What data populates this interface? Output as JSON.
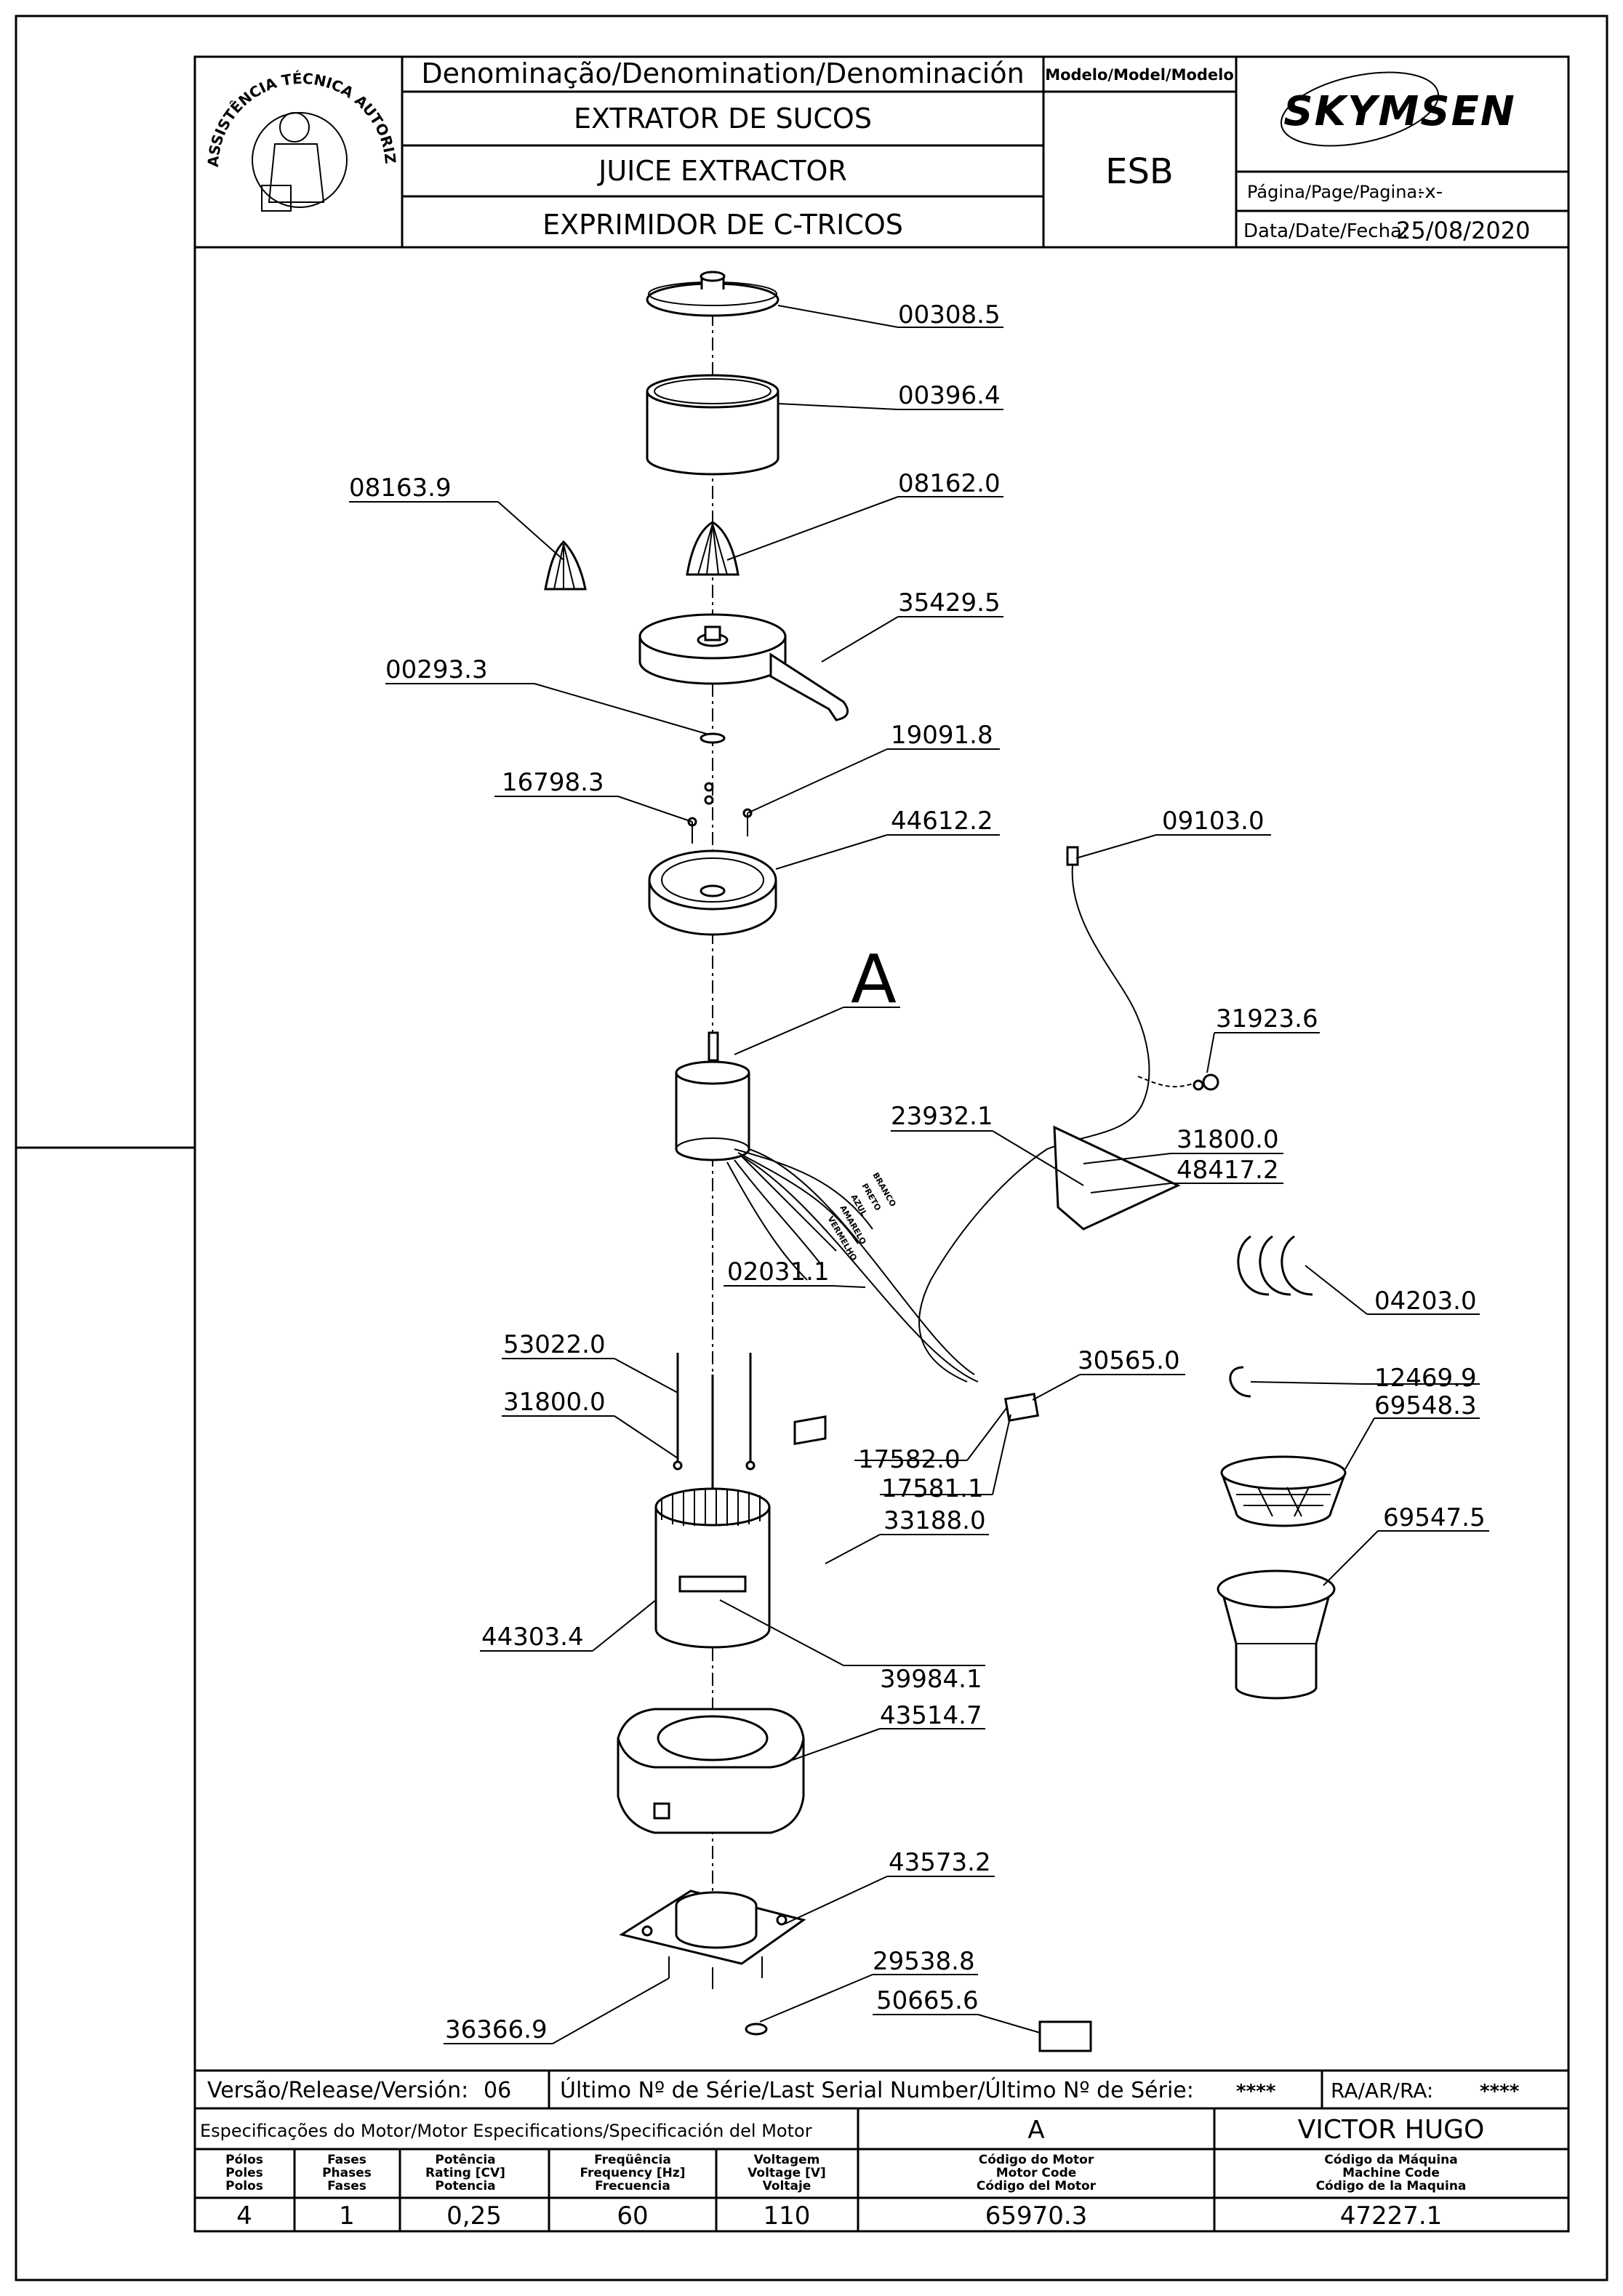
{
  "header": {
    "denomination_label": "Denominação/Denomination/Denominación",
    "name_pt": "EXTRATOR DE SUCOS",
    "name_en": "JUICE EXTRACTOR",
    "name_es": "EXPRIMIDOR DE C-TRICOS",
    "model_label": "Modelo/Model/Modelo",
    "model_value": "ESB",
    "brand": "SKYMSEN",
    "page_label": "Página/Page/Pagina:",
    "page_value": "-x-",
    "date_label": "Data/Date/Fecha:",
    "date_value": "25/08/2020",
    "seal_text": "ASSISTÊNCIA TÉCNICA AUTORIZADA"
  },
  "part_labels": {
    "p00308_5": "00308.5",
    "p00396_4": "00396.4",
    "p08163_9": "08163.9",
    "p08162_0": "08162.0",
    "p35429_5": "35429.5",
    "p00293_3": "00293.3",
    "p19091_8": "19091.8",
    "p16798_3": "16798.3",
    "p44612_2": "44612.2",
    "p09103_0": "09103.0",
    "callout_a": "A",
    "p31923_6": "31923.6",
    "p23932_1": "23932.1",
    "p31800_0_a": "31800.0",
    "p48417_2": "48417.2",
    "p04203_0": "04203.0",
    "p02031_1": "02031.1",
    "p53022_0": "53022.0",
    "p31800_0_b": "31800.0",
    "p30565_0": "30565.0",
    "p12469_9": "12469.9",
    "p69548_3": "69548.3",
    "p17582_0": "17582.0",
    "p17581_1": "17581.1",
    "p33188_0": "33188.0",
    "p69547_5": "69547.5",
    "p44303_4": "44303.4",
    "p39984_1": "39984.1",
    "p43514_7": "43514.7",
    "p43573_2": "43573.2",
    "p29538_8": "29538.8",
    "p50665_6": "50665.6",
    "p36366_9": "36366.9"
  },
  "wire_colors": [
    "BRANCO",
    "PRETO",
    "AZUL",
    "AMARELO",
    "VERMELHO"
  ],
  "footer": {
    "version_label": "Versão/Release/Versión:",
    "version_value": "06",
    "serial_label": "Último Nº de Série/Last Serial Number/Último Nº de Série:",
    "serial_value": "****",
    "ra_label": "RA/AR/RA:",
    "ra_value": "****",
    "motor_spec_label": "Especificações do Motor/Motor Especifications/Specificación del Motor",
    "motor_id": "A",
    "technician": "VICTOR HUGO",
    "col_poles": [
      "Pólos",
      "Poles",
      "Polos"
    ],
    "col_phases": [
      "Fases",
      "Phases",
      "Fases"
    ],
    "col_rating": [
      "Potência",
      "Rating [CV]",
      "Potencia"
    ],
    "col_freq": [
      "Freqüência",
      "Frequency [Hz]",
      "Frecuencia"
    ],
    "col_voltage": [
      "Voltagem",
      "Voltage [V]",
      "Voltaje"
    ],
    "col_motor_code": [
      "Código do Motor",
      "Motor Code",
      "Código del Motor"
    ],
    "col_machine_code": [
      "Código da Máquina",
      "Machine Code",
      "Código de la Maquina"
    ],
    "val_poles": "4",
    "val_phases": "1",
    "val_rating": "0,25",
    "val_freq": "60",
    "val_voltage": "110",
    "val_motor_code": "65970.3",
    "val_machine_code": "47227.1"
  }
}
